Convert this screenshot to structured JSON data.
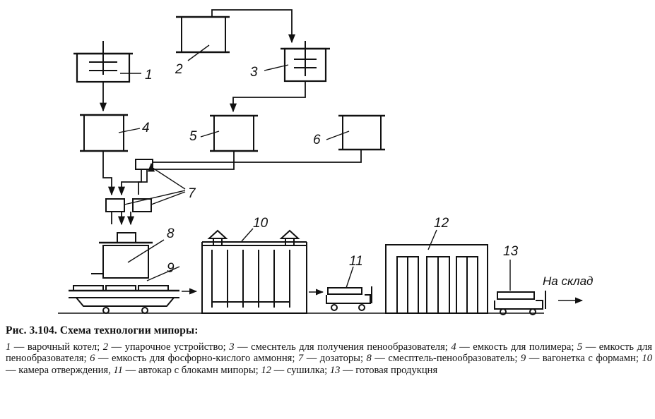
{
  "figure": {
    "labels": {
      "n1": "1",
      "n2": "2",
      "n3": "3",
      "n4": "4",
      "n5": "5",
      "n6": "6",
      "n7": "7",
      "n8": "8",
      "n9": "9",
      "n10": "10",
      "n11": "11",
      "n12": "12",
      "n13": "13",
      "destination": "На склад"
    }
  },
  "caption": {
    "title": "Рис. 3.104. Схема технологии мипоры:",
    "items": [
      {
        "num": "1",
        "text": "варочный котел;"
      },
      {
        "num": "2",
        "text": "упарочное  устройство;"
      },
      {
        "num": "3",
        "text": "смеснтель для  получения  пенообразователя;"
      },
      {
        "num": "4",
        "text": "емкость для полимера;"
      },
      {
        "num": "5",
        "text": "емкость для пенообразователя;"
      },
      {
        "num": "6",
        "text": "емкость для фосфорно-кислого аммоння;"
      },
      {
        "num": "7",
        "text": "дозаторы;"
      },
      {
        "num": "8",
        "text": "смесптель-пенообразователь;"
      },
      {
        "num": "9",
        "text": "вагонетка с формамн;"
      },
      {
        "num": "10",
        "text": "камера отверждения,"
      },
      {
        "num": "11",
        "text": "автокар с блокамн мипоры;"
      },
      {
        "num": "12",
        "text": "сушилка;"
      },
      {
        "num": "13",
        "text": "готовая продукцня"
      }
    ]
  }
}
